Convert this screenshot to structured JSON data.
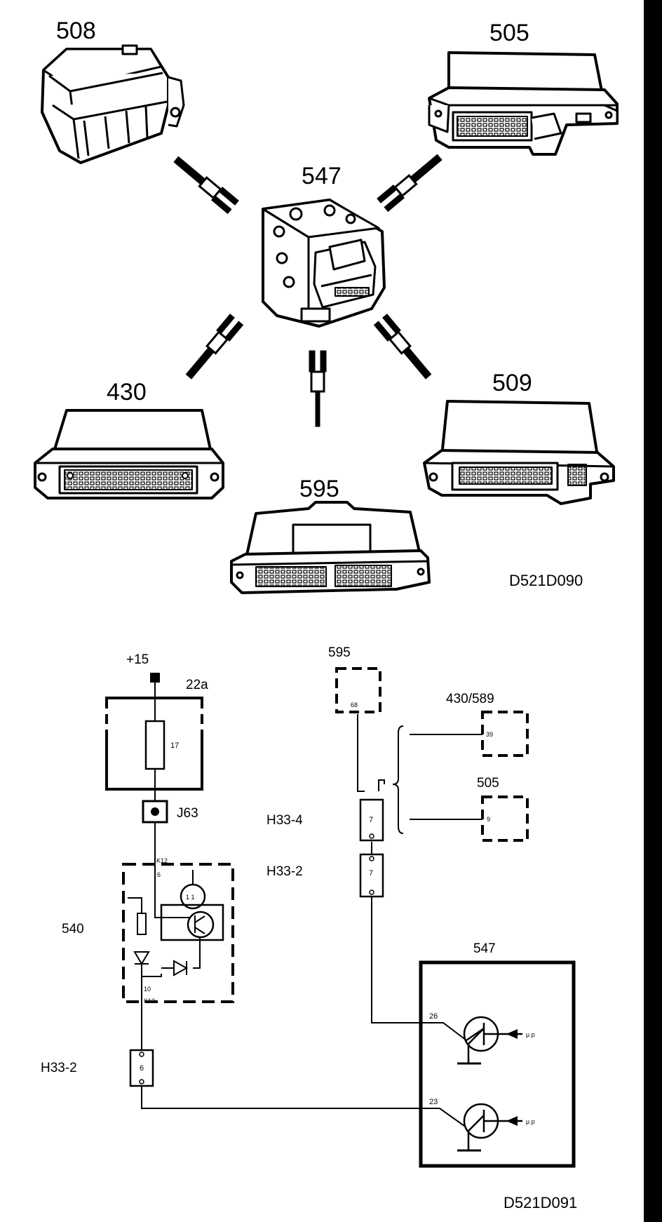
{
  "upper": {
    "figure_code": "D521D090",
    "modules": [
      {
        "id": "508"
      },
      {
        "id": "505"
      },
      {
        "id": "547"
      },
      {
        "id": "430"
      },
      {
        "id": "509"
      },
      {
        "id": "595"
      }
    ]
  },
  "lower": {
    "figure_code": "D521D091",
    "supply": "+15",
    "fuse_box": "22a",
    "fuse": "17",
    "junction": "J63",
    "module_540": {
      "id": "540",
      "pin_top": "6",
      "pin_bottom": "10",
      "connector_top": "K12",
      "connector_bottom": "K12",
      "gauge": "1 1"
    },
    "connector_left": {
      "id": "H33-2",
      "pin": "6"
    },
    "connector_h33_4": {
      "id": "H33-4",
      "pin": "7"
    },
    "connector_h33_2": {
      "id": "H33-2",
      "pin": "7"
    },
    "module_595": {
      "id": "595",
      "pin": "68"
    },
    "module_430_589": {
      "id": "430/589",
      "pin": "39"
    },
    "module_505": {
      "id": "505",
      "pin": "9"
    },
    "module_547": {
      "id": "547",
      "pin_a": "26",
      "pin_b": "23",
      "mu_label": "µ p"
    }
  }
}
